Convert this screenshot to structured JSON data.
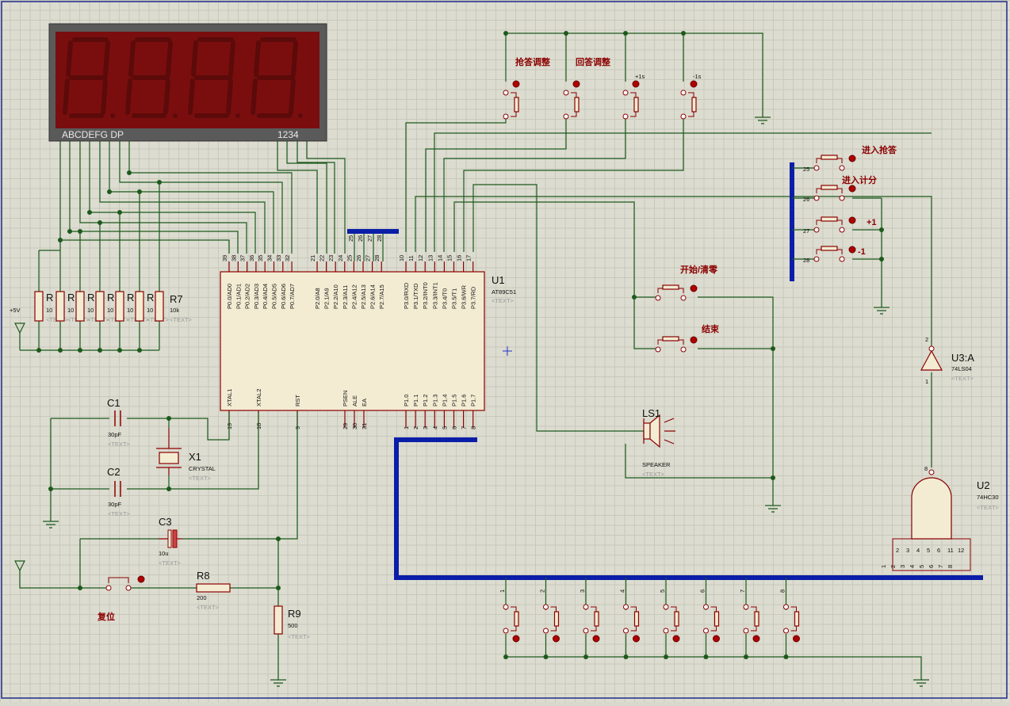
{
  "display": {
    "segments": "ABCDEFG  DP",
    "digits": "1234",
    "digit_count": 4
  },
  "mcu": {
    "ref": "U1",
    "part": "AT89C51",
    "text": "<TEXT>",
    "p0": [
      "P0.0/AD0",
      "P0.1/AD1",
      "P0.2/AD2",
      "P0.3/AD3",
      "P0.4/AD4",
      "P0.5/AD5",
      "P0.6/AD6",
      "P0.7/AD7"
    ],
    "p0_nums": [
      "39",
      "38",
      "37",
      "36",
      "35",
      "34",
      "33",
      "32"
    ],
    "p2": [
      "P2.0/A8",
      "P2.1/A9",
      "P2.2/A10",
      "P2.3/A11",
      "P2.4/A12",
      "P2.5/A13",
      "P2.6/A14",
      "P2.7/A15"
    ],
    "p2_nums": [
      "21",
      "22",
      "23",
      "24",
      "25",
      "26",
      "27",
      "28"
    ],
    "p3": [
      "P3.0/RXD",
      "P3.1/TXD",
      "P3.2/INT0",
      "P3.3/INT1",
      "P3.4/T0",
      "P3.5/T1",
      "P3.6/WR",
      "P3.7/RD"
    ],
    "p3_nums": [
      "10",
      "11",
      "12",
      "13",
      "14",
      "15",
      "16",
      "17"
    ],
    "p1": [
      "P1.0",
      "P1.1",
      "P1.2",
      "P1.3",
      "P1.4",
      "P1.5",
      "P1.6",
      "P1.7"
    ],
    "p1_nums": [
      "1",
      "2",
      "3",
      "4",
      "5",
      "6",
      "7",
      "8"
    ],
    "xtal1": "XTAL1",
    "xtal2": "XTAL2",
    "rst": "RST",
    "psen": "PSEN",
    "ale": "ALE",
    "ea": "EA",
    "xtal1_num": "19",
    "xtal2_num": "18",
    "rst_num": "9",
    "ctrl_nums": [
      "29",
      "30",
      "31"
    ]
  },
  "bus_nums": [
    "25",
    "26",
    "27",
    "28"
  ],
  "resistor_array": {
    "ref": "R7",
    "value": "10k",
    "prefix": "R",
    "text": "<TEXT>"
  },
  "power_label": "+5V",
  "caps": [
    {
      "ref": "C1",
      "value": "30pF",
      "text": "<TEXT>"
    },
    {
      "ref": "C2",
      "value": "30pF",
      "text": "<TEXT>"
    },
    {
      "ref": "C3",
      "value": "10u",
      "text": "<TEXT>"
    }
  ],
  "crystal": {
    "ref": "X1",
    "part": "CRYSTAL",
    "text": "<TEXT>"
  },
  "r8": {
    "ref": "R8",
    "value": "200",
    "text": "<TEXT>"
  },
  "r9": {
    "ref": "R9",
    "value": "500",
    "text": "<TEXT>"
  },
  "speaker": {
    "ref": "LS1",
    "part": "SPEAKER",
    "text": "<TEXT>"
  },
  "u3": {
    "ref": "U3:A",
    "part": "74LS04",
    "text": "<TEXT>",
    "pin_in": "1",
    "pin_out": "2"
  },
  "u2": {
    "ref": "U2",
    "part": "74HC30",
    "text": "<TEXT>",
    "pin_out": "8",
    "pins_top": [
      "2",
      "3",
      "4",
      "5",
      "6",
      "11",
      "12"
    ],
    "pins_bot": [
      "1",
      "2",
      "3",
      "4",
      "5",
      "6",
      "7",
      "8"
    ]
  },
  "top_buttons": [
    "抢答调整",
    "回答调整",
    "+1s",
    "-1s"
  ],
  "right_buttons": [
    "进入抢答",
    "进入计分",
    "+1",
    "-1"
  ],
  "right_button_nums": [
    "25",
    "26",
    "27",
    "28"
  ],
  "mid_buttons": [
    "开始/清零",
    "结束"
  ],
  "reset_label": "复位",
  "player_nums": [
    "1",
    "2",
    "3",
    "4",
    "5",
    "6",
    "7",
    "8"
  ]
}
